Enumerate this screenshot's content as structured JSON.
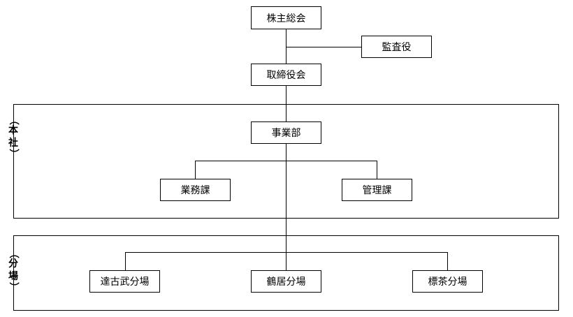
{
  "top": {
    "shareholders": "株主総会",
    "auditor": "監査役",
    "board": "取締役会"
  },
  "honsha": {
    "label_open": "（",
    "label_chars": [
      "本",
      "社"
    ],
    "label_close": "）",
    "division": "事業部",
    "sections": [
      "業務課",
      "管理課"
    ]
  },
  "bunjo": {
    "label_open": "（",
    "label_chars": [
      "分",
      "場"
    ],
    "label_close": "）",
    "branches": [
      "達古武分場",
      "鶴居分場",
      "標茶分場"
    ]
  }
}
